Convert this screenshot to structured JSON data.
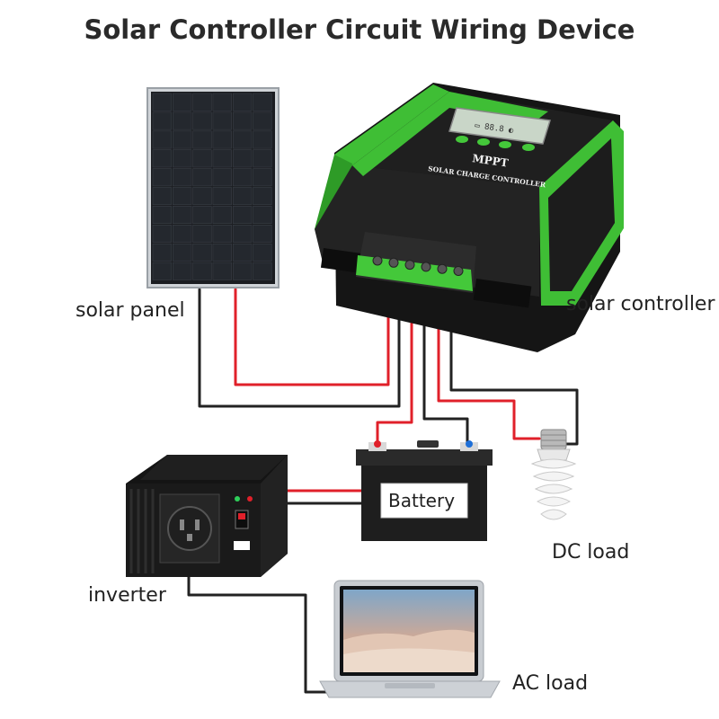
{
  "title": "Solar Controller Circuit Wiring Device",
  "labels": {
    "solar_panel": "solar panel",
    "solar_controller": "solar controller",
    "battery": "Battery",
    "dc_load": "DC load",
    "inverter": "inverter",
    "ac_load": "AC load"
  },
  "controller": {
    "brand": "MPPT",
    "caption": "SOLAR CHARGE CONTROLLER"
  },
  "colors": {
    "positive_wire": "#e0202a",
    "negative_wire": "#222222",
    "controller_accent": "#44c83a",
    "controller_body": "#1c1c1c"
  }
}
